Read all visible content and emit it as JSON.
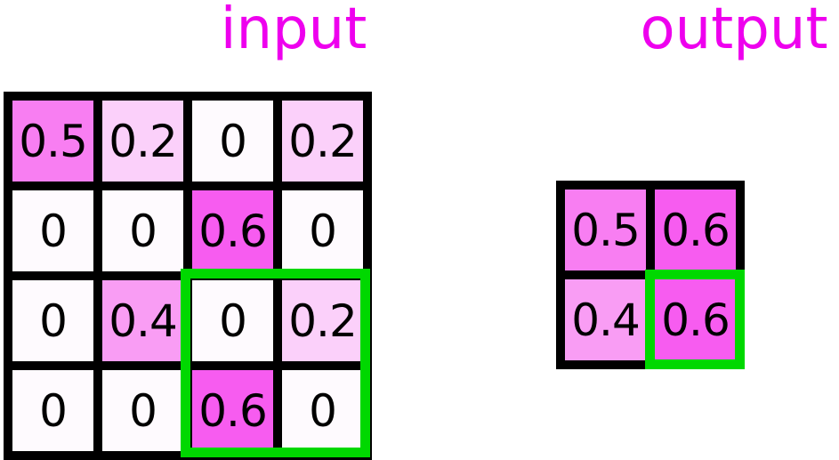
{
  "titles": {
    "input": "input",
    "output": "output"
  },
  "colors": {
    "title_text": "#ee00ee",
    "cell_text": "#000000",
    "grid_border": "#000000",
    "highlight_green": "#00d800",
    "value_colors": {
      "0": "#fefafe",
      "0.2": "#fbd0fa",
      "0.4": "#f99df4",
      "0.5": "#f87ef2",
      "0.6": "#f75cf0"
    }
  },
  "input_grid": {
    "rows": [
      [
        "0.5",
        "0.2",
        "0",
        "0.2"
      ],
      [
        "0",
        "0",
        "0.6",
        "0"
      ],
      [
        "0",
        "0.4",
        "0",
        "0.2"
      ],
      [
        "0",
        "0",
        "0.6",
        "0"
      ]
    ]
  },
  "output_grid": {
    "rows": [
      [
        "0.5",
        "0.6"
      ],
      [
        "0.4",
        "0.6"
      ]
    ]
  },
  "highlights": {
    "input_window": {
      "rows": [
        2,
        3
      ],
      "cols": [
        2,
        3
      ]
    },
    "output_cell": {
      "row": 1,
      "col": 1
    }
  }
}
